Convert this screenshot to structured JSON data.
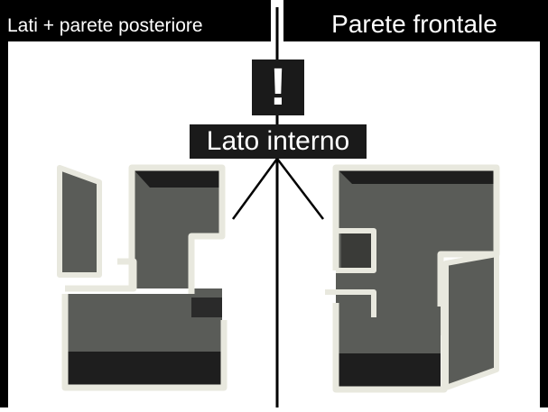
{
  "header": {
    "left_label": "Lati + parete posteriore",
    "right_label": "Parete frontale"
  },
  "callout": {
    "warning_symbol": "!",
    "label": "Lato interno"
  },
  "colors": {
    "frame": "#000000",
    "background": "#ffffff",
    "profile_outline": "#e8e8de",
    "profile_face": "#5a5c58",
    "profile_shadow": "#1e1e1e"
  }
}
